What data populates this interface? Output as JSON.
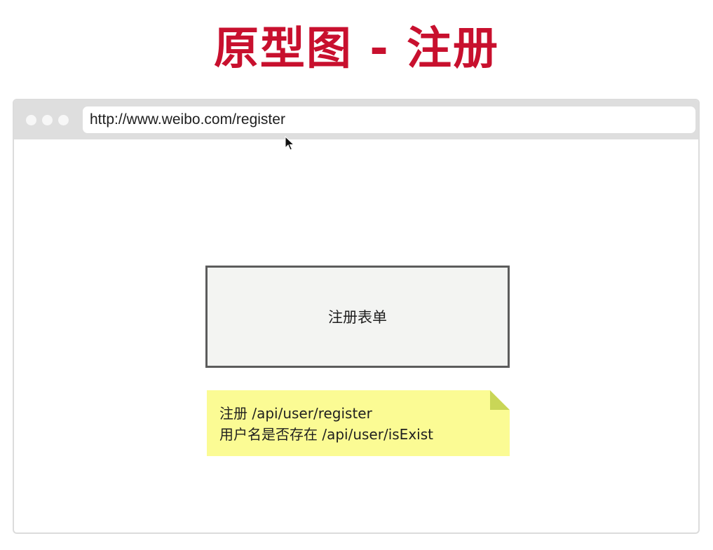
{
  "slide": {
    "title": "原型图 - 注册"
  },
  "browser": {
    "url": "http://www.weibo.com/register",
    "window_dots": [
      "dot",
      "dot",
      "dot"
    ]
  },
  "page": {
    "form_box_label": "注册表单",
    "note": {
      "lines": [
        "注册 /api/user/register",
        "用户名是否存在 /api/user/isExist"
      ]
    }
  },
  "colors": {
    "title": "#c8102e",
    "browser_bar": "#dedede",
    "form_box_fill": "#f3f4f2",
    "form_box_border": "#5c5c5c",
    "note_fill": "#fbfb94",
    "note_fold": "#c9d657"
  },
  "icons": {
    "cursor": "mouse-pointer-icon",
    "note_corner": "folded-corner-icon"
  }
}
